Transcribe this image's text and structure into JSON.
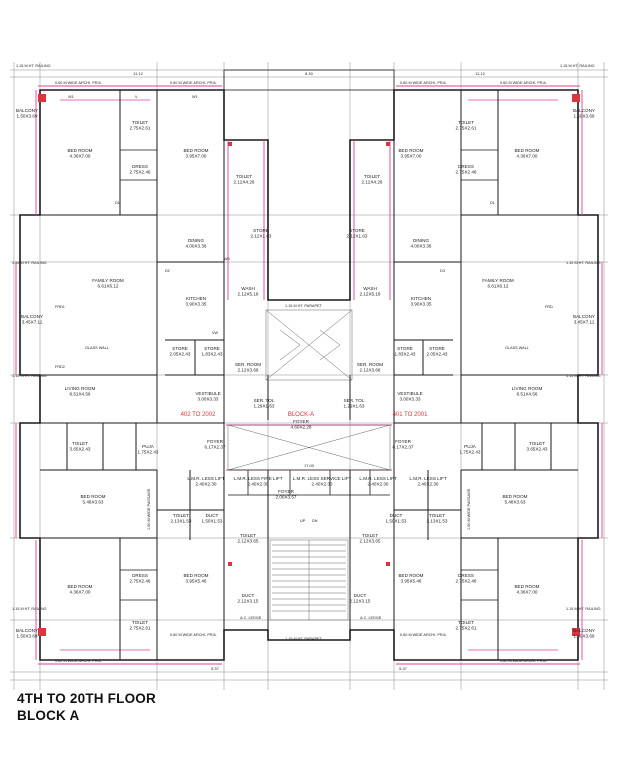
{
  "caption": {
    "line1": "4TH TO 20TH FLOOR",
    "line2": "BLOCK A"
  },
  "block_label": "BLOCK-A",
  "units": [
    {
      "label": "402 TO 2002"
    },
    {
      "label": "401 TO 2001"
    }
  ],
  "top_dims": {
    "left": "11.12",
    "center": "8.30",
    "right": "11.12"
  },
  "bottom_dims": {
    "left": "5.37",
    "right": "5.37"
  },
  "lift_dim": "17.00",
  "rooms": [
    {
      "name": "BALCONY",
      "size": "1.50X3.69"
    },
    {
      "name": "TOILET",
      "size": "2.75X2.61"
    },
    {
      "name": "BED ROOM",
      "size": "4.36X7.00"
    },
    {
      "name": "BED ROOM",
      "size": "3.95X7.00"
    },
    {
      "name": "DRESS",
      "size": "2.75X2.46"
    },
    {
      "name": "TOILET",
      "size": "2.12X4.26"
    },
    {
      "name": "TOILET",
      "size": "2.12X4.26"
    },
    {
      "name": "BED ROOM",
      "size": "3.95X7.00"
    },
    {
      "name": "DRESS",
      "size": "2.75X2.46"
    },
    {
      "name": "TOILET",
      "size": "2.75X2.61"
    },
    {
      "name": "BED ROOM",
      "size": "4.36X7.00"
    },
    {
      "name": "BALCONY",
      "size": "1.50X3.69"
    },
    {
      "name": "STORE",
      "size": "2.12X1.63"
    },
    {
      "name": "STORE",
      "size": "2.12X1.63"
    },
    {
      "name": "DINING",
      "size": "4.00X3.36"
    },
    {
      "name": "DINING",
      "size": "4.00X3.36"
    },
    {
      "name": "FAMILY ROOM",
      "size": "6.61X6.12"
    },
    {
      "name": "FAMILY ROOM",
      "size": "6.61X6.12"
    },
    {
      "name": "WASH",
      "size": "2.12X5.18"
    },
    {
      "name": "WASH",
      "size": "2.12X5.18"
    },
    {
      "name": "KITCHEN",
      "size": "3.90X3.35"
    },
    {
      "name": "KITCHEN",
      "size": "3.90X3.35"
    },
    {
      "name": "BALCONY",
      "size": "3.45X7.11"
    },
    {
      "name": "BALCONY",
      "size": "3.45X7.11"
    },
    {
      "name": "STORE",
      "size": "2.05X2.43"
    },
    {
      "name": "STORE",
      "size": "1.83X2.43"
    },
    {
      "name": "STORE",
      "size": "1.83X2.43"
    },
    {
      "name": "STORE",
      "size": "2.05X2.43"
    },
    {
      "name": "SER. ROOM",
      "size": "2.12X3.66"
    },
    {
      "name": "SER. ROOM",
      "size": "2.12X3.66"
    },
    {
      "name": "LIVING ROOM",
      "size": "8.51X4.56"
    },
    {
      "name": "LIVING ROOM",
      "size": "8.51X4.56"
    },
    {
      "name": "VESTIBULE",
      "size": "3.00X3.33"
    },
    {
      "name": "VESTIBULE",
      "size": "3.00X3.33"
    },
    {
      "name": "SER. TOL",
      "size": "1.29X1.63"
    },
    {
      "name": "SER. TOL",
      "size": "1.29X1.63"
    },
    {
      "name": "FOYER",
      "size": "6.17X2.37"
    },
    {
      "name": "FOYER",
      "size": "4.60X2.28"
    },
    {
      "name": "FOYER",
      "size": "6.17X2.37"
    },
    {
      "name": "TOILET",
      "size": "3.65X2.43"
    },
    {
      "name": "PUJA",
      "size": "1.75X2.43"
    },
    {
      "name": "PUJA",
      "size": "1.75X2.43"
    },
    {
      "name": "TOILET",
      "size": "3.65X2.43"
    },
    {
      "name": "L.M.R. LESS LIFT",
      "size": "2.40X2.30"
    },
    {
      "name": "L.M.R. LESS FIRE LIFT",
      "size": "2.40X2.30"
    },
    {
      "name": "L.M.R. LESS SERVICE LIFT",
      "size": "2.40X2.30"
    },
    {
      "name": "L.M.R. LESS LIFT",
      "size": "2.40X2.30"
    },
    {
      "name": "L.M.R. LESS LIFT",
      "size": "2.40X2.30"
    },
    {
      "name": "FOYER",
      "size": "2.00X3.57"
    },
    {
      "name": "BED ROOM",
      "size": "5.48X3.63"
    },
    {
      "name": "BED ROOM",
      "size": "5.48X3.63"
    },
    {
      "name": "TOILET",
      "size": "2.13X1.53"
    },
    {
      "name": "DUCT",
      "size": "1.50X1.53"
    },
    {
      "name": "DUCT",
      "size": "1.50X1.53"
    },
    {
      "name": "TOILET",
      "size": "2.13X1.53"
    },
    {
      "name": "TOILET",
      "size": "2.12X3.65"
    },
    {
      "name": "TOILET",
      "size": "2.12X3.65"
    },
    {
      "name": "DRESS",
      "size": "2.75X2.46"
    },
    {
      "name": "BED ROOM",
      "size": "3.95X5.46"
    },
    {
      "name": "BED ROOM",
      "size": "3.95X5.46"
    },
    {
      "name": "DRESS",
      "size": "2.75X2.46"
    },
    {
      "name": "BED ROOM",
      "size": "4.36X7.00"
    },
    {
      "name": "BED ROOM",
      "size": "4.36X7.00"
    },
    {
      "name": "DUCT",
      "size": "2.12X3.15"
    },
    {
      "name": "DUCT",
      "size": "2.12X3.15"
    },
    {
      "name": "TOILET",
      "size": "2.75X2.61"
    },
    {
      "name": "TOILET",
      "size": "2.75X2.61"
    },
    {
      "name": "BALCONY",
      "size": "1.50X3.69"
    },
    {
      "name": "BALCONY",
      "size": "1.50X3.69"
    }
  ],
  "notes": {
    "railing": "1.15 M HT. RAILING",
    "prjl": "0.60 M WIDE ARCHI. PRJL",
    "parapet": "1.15 M HT. PARAPET",
    "passage": "1.50 M WIDE PASSAGE",
    "glass_wall": "GLASS WALL",
    "ac_ledge": "A.C. LEDGE",
    "up": "UP",
    "dn": "DN"
  },
  "tags": [
    "W1",
    "W1",
    "V",
    "D1",
    "D1",
    "D2",
    "D3",
    "FRD1",
    "FRD2",
    "W3",
    "VW",
    "FRD"
  ]
}
